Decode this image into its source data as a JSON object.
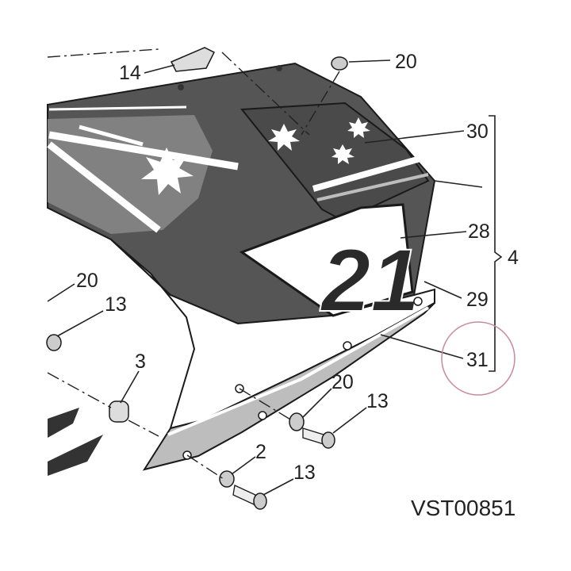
{
  "callouts": {
    "c14": "14",
    "c20a": "20",
    "c30": "30",
    "c28": "28",
    "c4": "4",
    "c29": "29",
    "c31": "31",
    "c20b": "20",
    "c13a": "13",
    "c3": "3",
    "c20c": "20",
    "c13b": "13",
    "c2": "2",
    "c13c": "13"
  },
  "decal_number": "21",
  "drawing_code": "VST00851",
  "colors": {
    "fairing_dark": "#555555",
    "fairing_light": "#bdbdbd",
    "highlight_circle": "#c98a9a",
    "ink": "#1a1a1a"
  }
}
